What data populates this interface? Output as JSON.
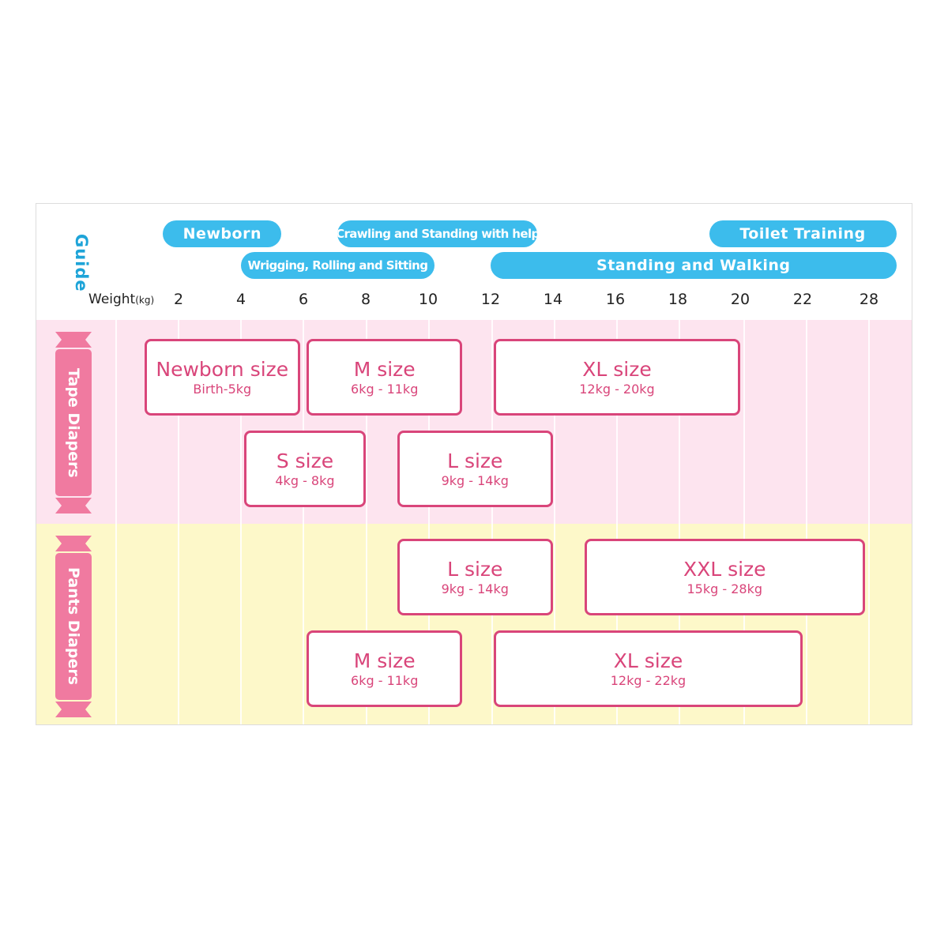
{
  "colors": {
    "pill_blue": "#3cbcec",
    "guide_blue": "#1ea4d8",
    "tape_band": "#fde4ef",
    "pants_band": "#fdf8c9",
    "label_pink": "#f07aa0",
    "box_border": "#d9457a",
    "box_text": "#d9457a"
  },
  "guide": {
    "title": "Guide",
    "stages": [
      {
        "label": "Newborn",
        "from_kg": 1.5,
        "to_kg": 5.3,
        "row": 1
      },
      {
        "label": "Crawling and Standing with help",
        "from_kg": 7.1,
        "to_kg": 13.5,
        "row": 1
      },
      {
        "label": "Toilet Training",
        "from_kg": 19.0,
        "to_kg": 25.0,
        "row": 1
      },
      {
        "label": "Wrigging, Rolling and Sitting",
        "from_kg": 4.0,
        "to_kg": 10.2,
        "row": 2
      },
      {
        "label": "Standing and Walking",
        "from_kg": 12.0,
        "to_kg": 25.0,
        "row": 2
      }
    ]
  },
  "axis": {
    "label": "Weight",
    "unit": "(kg)",
    "ticks": [
      "2",
      "4",
      "6",
      "8",
      "10",
      "12",
      "14",
      "16",
      "18",
      "20",
      "22",
      "28"
    ]
  },
  "categories": [
    {
      "label": "Tape Diapers",
      "sizes": [
        {
          "name": "Newborn size",
          "range": "Birth-5kg",
          "from_kg": 0.9,
          "to_kg": 5.9,
          "row": 1
        },
        {
          "name": "M size",
          "range": "6kg - 11kg",
          "from_kg": 6.1,
          "to_kg": 11.1,
          "row": 1
        },
        {
          "name": "XL size",
          "range": "12kg - 20kg",
          "from_kg": 12.1,
          "to_kg": 20.0,
          "row": 1
        },
        {
          "name": "S size",
          "range": "4kg - 8kg",
          "from_kg": 4.1,
          "to_kg": 8.0,
          "row": 2
        },
        {
          "name": "L size",
          "range": "9kg - 14kg",
          "from_kg": 9.0,
          "to_kg": 14.0,
          "row": 2
        }
      ]
    },
    {
      "label": "Pants Diapers",
      "sizes": [
        {
          "name": "L size",
          "range": "9kg - 14kg",
          "from_kg": 9.0,
          "to_kg": 14.0,
          "row": 1
        },
        {
          "name": "XXL size",
          "range": "15kg - 28kg",
          "from_kg": 15.0,
          "to_kg": 24.0,
          "row": 1
        },
        {
          "name": "M size",
          "range": "6kg - 11kg",
          "from_kg": 6.1,
          "to_kg": 11.1,
          "row": 2
        },
        {
          "name": "XL size",
          "range": "12kg - 22kg",
          "from_kg": 12.1,
          "to_kg": 22.0,
          "row": 2
        }
      ]
    }
  ]
}
